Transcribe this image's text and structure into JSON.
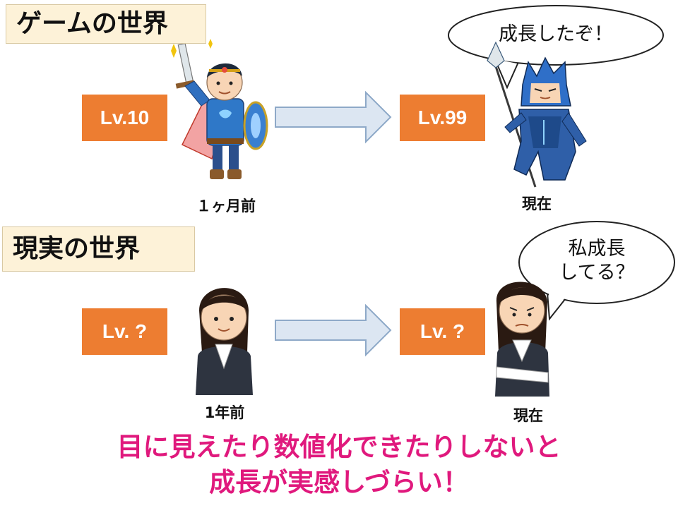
{
  "game": {
    "title": "ゲームの世界",
    "before_level": "Lv.10",
    "after_level": "Lv.99",
    "before_caption": "１ヶ月前",
    "after_caption": "現在",
    "speech": "成長したぞ！"
  },
  "real": {
    "title": "現実の世界",
    "before_level": "Lv. ?",
    "after_level": "Lv. ?",
    "before_caption": "1年前",
    "after_caption": "現在",
    "speech_line1": "私成長",
    "speech_line2": "してる？"
  },
  "conclusion": {
    "line1": "目に見えたり数値化できたりしないと",
    "line2": "成長が実感しづらい！"
  },
  "colors": {
    "level_box": "#ed7d31",
    "title_bg": "#fdf2d8",
    "arrow_fill": "#dce6f2",
    "arrow_stroke": "#8ea9c8",
    "conclusion_text": "#e0197d"
  }
}
